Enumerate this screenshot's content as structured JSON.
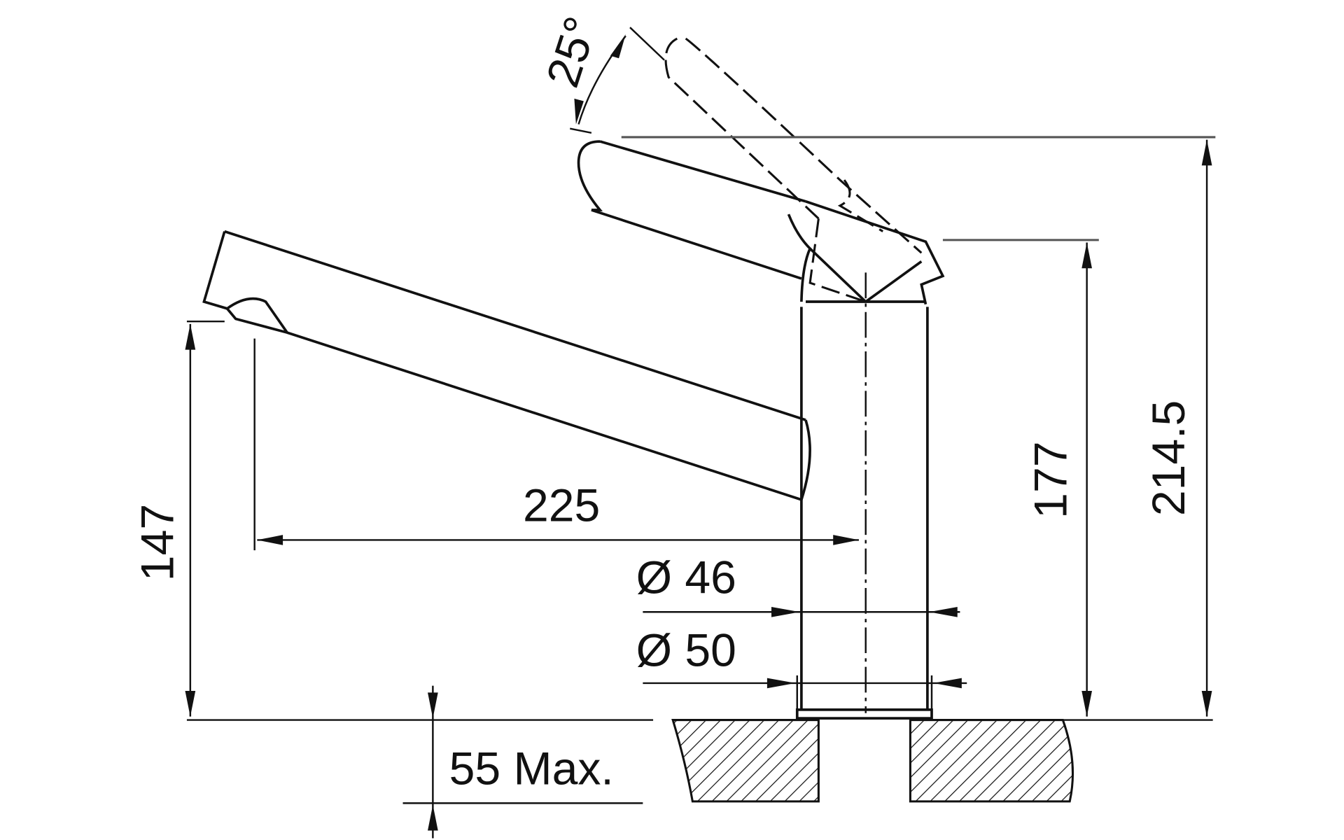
{
  "title": "Faucet dimension drawing",
  "dimensions": {
    "angle": "25°",
    "spout_height": "147",
    "reach": "225",
    "dia_body": "Ø 46",
    "dia_base": "Ø 50",
    "body_height": "177",
    "total_height": "214.5",
    "countertop": "55 Max."
  }
}
